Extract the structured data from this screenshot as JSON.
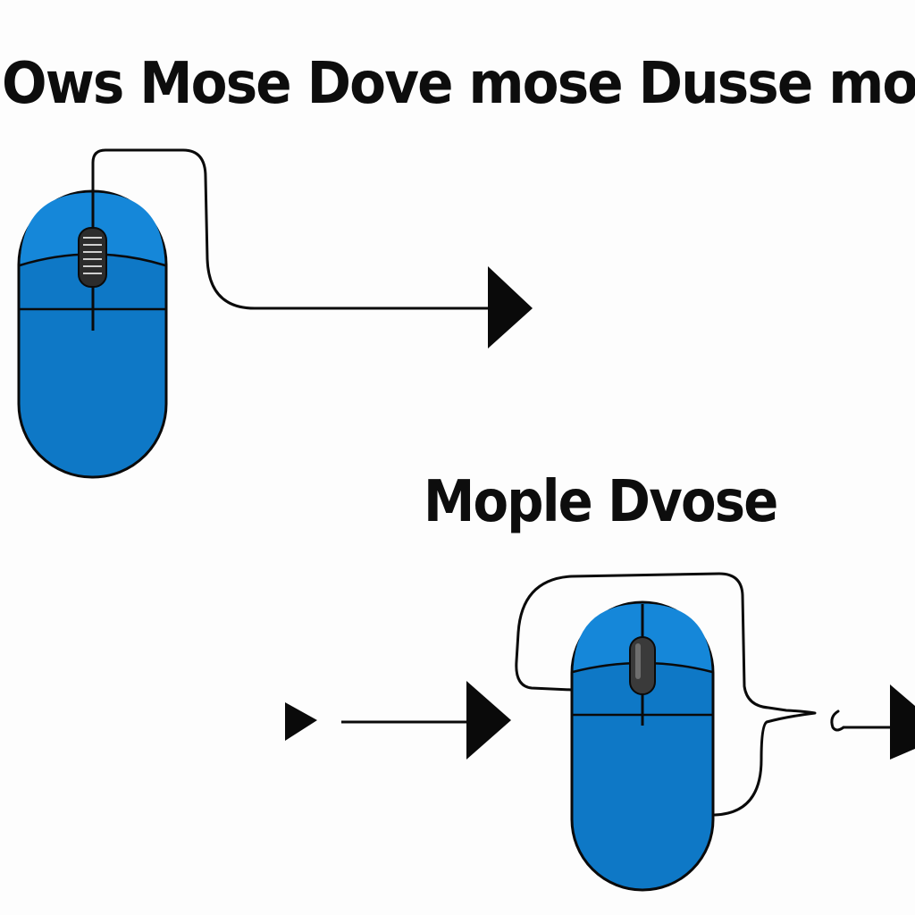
{
  "title": "Ows Mose Dove mose Dusse mod",
  "subtitle": "Mople Dvose",
  "icons": {
    "mouse_top": "computer-mouse-icon",
    "mouse_bottom": "computer-mouse-icon",
    "arrow": "arrow-right-icon",
    "cable": "mouse-cable"
  },
  "colors": {
    "mouse_body": "#0e78c6",
    "mouse_top_shade": "#1281d4",
    "outline": "#0a0a0a",
    "wheel": "#3a3a3a",
    "text": "#0d0d0d",
    "background": "#fdfdfd"
  }
}
